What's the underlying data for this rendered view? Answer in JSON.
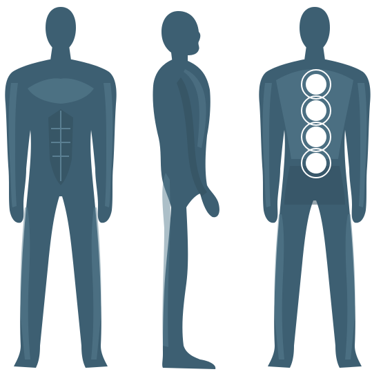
{
  "colors": {
    "background": "#ffffff",
    "body": "#3d5f72",
    "highlight": "#5a7f92",
    "shadow": "#33505f",
    "marker_fill": "#ffffff",
    "marker_ring": "#ffffff"
  },
  "figures": [
    {
      "view": "front"
    },
    {
      "view": "side"
    },
    {
      "view": "back"
    }
  ],
  "spine_markers": {
    "count": 4
  }
}
